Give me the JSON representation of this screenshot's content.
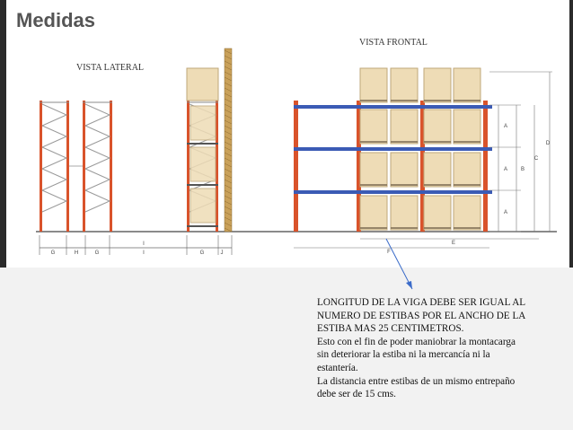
{
  "slide": {
    "title": "Medidas",
    "label_lateral": "VISTA LATERAL",
    "label_frontal": "VISTA FRONTAL"
  },
  "dimensions": {
    "lateral_bottom": [
      "G",
      "H",
      "G",
      "I",
      "G",
      "J"
    ],
    "frontal_right": [
      "A",
      "A",
      "B",
      "A",
      "C",
      "D"
    ],
    "frontal_bottom": [
      "E",
      "F"
    ]
  },
  "note": {
    "line1": "LONGITUD DE LA VIGA DEBE SER IGUAL AL",
    "line2": "NUMERO DE ESTIBAS POR EL ANCHO DE LA",
    "line3": "ESTIBA MAS 25 CENTIMETROS.",
    "line4": "Esto con el fin de poder maniobrar la montacarga",
    "line5": "sin deteriorar la estiba ni la mercancía ni la",
    "line6": "estantería.",
    "line7": "La distancia entre estibas de un mismo entrepaño",
    "line8": "debe ser de 15 cms."
  },
  "colors": {
    "upright": "#d9532b",
    "beam": "#3b5bb5",
    "box": "#eedcb6",
    "box_edge": "#bfa77a",
    "wall": "#c9a15a"
  }
}
